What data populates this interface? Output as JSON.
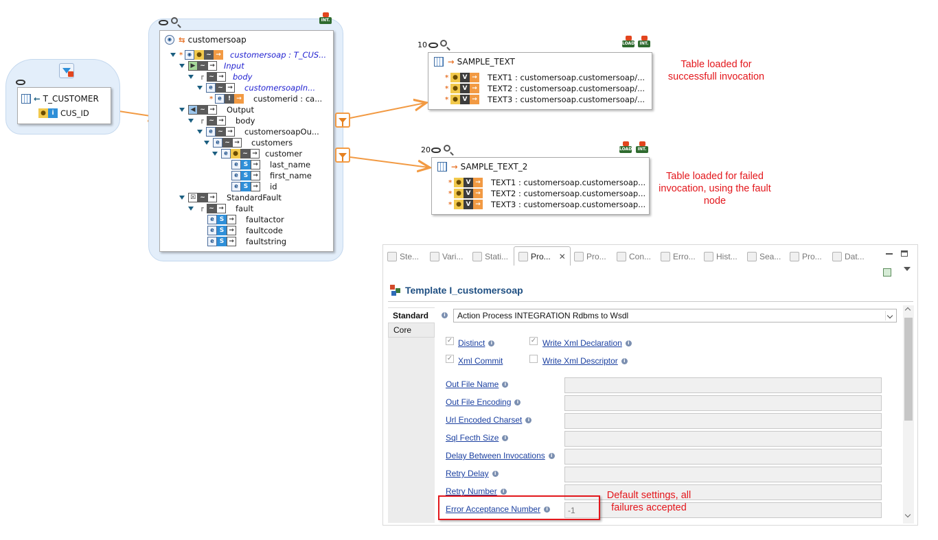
{
  "source_node": {
    "table": "T_CUSTOMER",
    "column": "CUS_ID"
  },
  "soap_node": {
    "title": "customersoap",
    "rows": [
      "customersoap : T_CUS...",
      "Input",
      "body",
      "customersoapIn...",
      "customerid : ca...",
      "Output",
      "body",
      "customersoapOu...",
      "customers",
      "customer",
      "last_name",
      "first_name",
      "id",
      "StandardFault",
      "fault",
      "faultactor",
      "faultcode",
      "faultstring"
    ],
    "badge": "INT."
  },
  "target_1": {
    "order": "10",
    "title": "SAMPLE_TEXT",
    "rows": [
      "TEXT1 : customersoap.customersoap/...",
      "TEXT2 : customersoap.customersoap/...",
      "TEXT3 : customersoap.customersoap/..."
    ],
    "badges": [
      "LOAD",
      "INT."
    ]
  },
  "target_2": {
    "order": "20",
    "title": "SAMPLE_TEXT_2",
    "rows": [
      "TEXT1 : customersoap.customersoap...",
      "TEXT2 : customersoap.customersoap...",
      "TEXT3 : customersoap.customersoap..."
    ],
    "badges": [
      "LOAD",
      "INT."
    ]
  },
  "annotations": {
    "note_1": "Table loaded for successfull invocation",
    "note_2": "Table loaded for failed invocation, using the fault node",
    "note_3": "Default settings, all failures accepted"
  },
  "properties_panel": {
    "tabs": [
      "Ste...",
      "Vari...",
      "Stati...",
      "Pro...",
      "Pro...",
      "Con...",
      "Erro...",
      "Hist...",
      "Sea...",
      "Pro...",
      "Dat..."
    ],
    "active_tab_index": 3,
    "title": "Template I_customersoap",
    "side_tabs": [
      "Standard",
      "Core"
    ],
    "template_value": "Action Process INTEGRATION Rdbms to Wsdl",
    "checkboxes": [
      {
        "label": "Distinct",
        "checked": true
      },
      {
        "label": "Write Xml Declaration",
        "checked": true
      },
      {
        "label": "Xml Commit",
        "checked": true
      },
      {
        "label": "Write Xml Descriptor",
        "checked": false
      }
    ],
    "fields": [
      {
        "label": "Out File Name",
        "value": ""
      },
      {
        "label": "Out File Encoding",
        "value": ""
      },
      {
        "label": "Url Encoded Charset",
        "value": ""
      },
      {
        "label": "Sql Fecth Size",
        "value": ""
      },
      {
        "label": "Delay Between Invocations",
        "value": ""
      },
      {
        "label": "Retry Delay",
        "value": ""
      },
      {
        "label": "Retry Number",
        "value": ""
      },
      {
        "label": "Error Acceptance Number",
        "value": "-1"
      }
    ]
  },
  "colors": {
    "accent_orange": "#f29a43",
    "annotation_red": "#e3161b",
    "link_blue": "#1a3fa0",
    "title_blue": "#1f4f82"
  }
}
